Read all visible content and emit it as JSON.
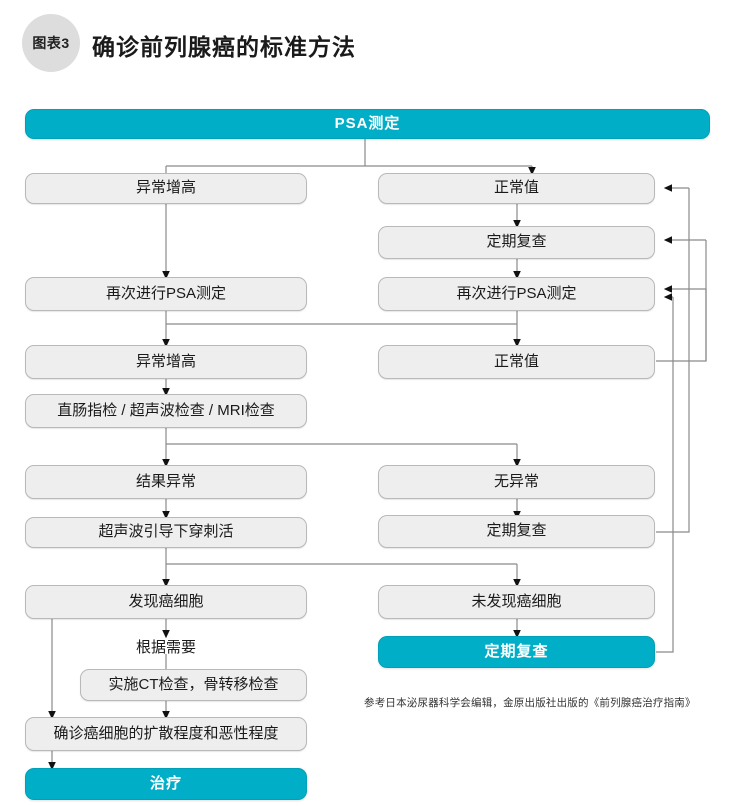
{
  "header": {
    "badge": "图表3",
    "title": "确诊前列腺癌的标准方法"
  },
  "colors": {
    "accent": "#00aec7",
    "node_fill": "#eeeeee",
    "node_border": "#b9b9b9",
    "wire": "#888888",
    "badge_fill": "#dddddd"
  },
  "chart_data": {
    "type": "diagram",
    "title": "确诊前列腺癌的标准方法",
    "nodes": [
      {
        "id": "psa",
        "label": "PSA测定",
        "style": "cyan",
        "col": "full"
      },
      {
        "id": "high1",
        "label": "异常增高",
        "style": "gray",
        "col": "left"
      },
      {
        "id": "normal1",
        "label": "正常值",
        "style": "gray",
        "col": "right"
      },
      {
        "id": "recheck1",
        "label": "定期复查",
        "style": "gray",
        "col": "right"
      },
      {
        "id": "psa-again-l",
        "label": "再次进行PSA测定",
        "style": "gray",
        "col": "left"
      },
      {
        "id": "psa-again-r",
        "label": "再次进行PSA测定",
        "style": "gray",
        "col": "right"
      },
      {
        "id": "high2",
        "label": "异常增高",
        "style": "gray",
        "col": "left"
      },
      {
        "id": "normal2",
        "label": "正常值",
        "style": "gray",
        "col": "right"
      },
      {
        "id": "exams",
        "label": "直肠指检 / 超声波检查 / MRI检查",
        "style": "gray",
        "col": "left"
      },
      {
        "id": "abnormal-res",
        "label": "结果异常",
        "style": "gray",
        "col": "left"
      },
      {
        "id": "no-abnormal",
        "label": "无异常",
        "style": "gray",
        "col": "right"
      },
      {
        "id": "biopsy",
        "label": "超声波引导下穿刺活",
        "style": "gray",
        "col": "left"
      },
      {
        "id": "recheck2",
        "label": "定期复查",
        "style": "gray",
        "col": "right"
      },
      {
        "id": "cancer-found",
        "label": "发现癌细胞",
        "style": "gray",
        "col": "left"
      },
      {
        "id": "cancer-none",
        "label": "未发现癌细胞",
        "style": "gray",
        "col": "right"
      },
      {
        "id": "as-needed",
        "label": "根据需要",
        "style": "plain",
        "col": "left"
      },
      {
        "id": "ct-scan",
        "label": "实施CT检查，骨转移检查",
        "style": "gray",
        "col": "left"
      },
      {
        "id": "recheck3",
        "label": "定期复查",
        "style": "cyan",
        "col": "right"
      },
      {
        "id": "diagnosis",
        "label": "确诊癌细胞的扩散程度和恶性程度",
        "style": "gray",
        "col": "left"
      },
      {
        "id": "treatment",
        "label": "治疗",
        "style": "cyan",
        "col": "left"
      }
    ],
    "edges": [
      {
        "from": "psa",
        "to": "high1"
      },
      {
        "from": "psa",
        "to": "normal1"
      },
      {
        "from": "high1",
        "to": "psa-again-l"
      },
      {
        "from": "normal1",
        "to": "recheck1"
      },
      {
        "from": "recheck1",
        "to": "psa-again-r"
      },
      {
        "from": "psa-again-l",
        "to": "high2"
      },
      {
        "from": "psa-again-l",
        "to": "normal2"
      },
      {
        "from": "psa-again-r",
        "to": "high2"
      },
      {
        "from": "psa-again-r",
        "to": "normal2"
      },
      {
        "from": "high2",
        "to": "exams"
      },
      {
        "from": "exams",
        "to": "abnormal-res"
      },
      {
        "from": "exams",
        "to": "no-abnormal"
      },
      {
        "from": "abnormal-res",
        "to": "biopsy"
      },
      {
        "from": "no-abnormal",
        "to": "recheck2"
      },
      {
        "from": "biopsy",
        "to": "cancer-found"
      },
      {
        "from": "biopsy",
        "to": "cancer-none"
      },
      {
        "from": "cancer-found",
        "to": "as-needed"
      },
      {
        "from": "as-needed",
        "to": "ct-scan"
      },
      {
        "from": "ct-scan",
        "to": "diagnosis"
      },
      {
        "from": "cancer-found",
        "to": "diagnosis"
      },
      {
        "from": "cancer-none",
        "to": "recheck3"
      },
      {
        "from": "diagnosis",
        "to": "treatment"
      },
      {
        "from": "normal2",
        "to": "recheck1",
        "type": "feedback"
      },
      {
        "from": "recheck2",
        "to": "normal1",
        "type": "feedback"
      },
      {
        "from": "recheck3",
        "to": "psa-again-r",
        "type": "feedback"
      }
    ]
  },
  "footnote": "参考日本泌尿器科学会编辑，金原出版社出版的《前列腺癌治疗指南》"
}
